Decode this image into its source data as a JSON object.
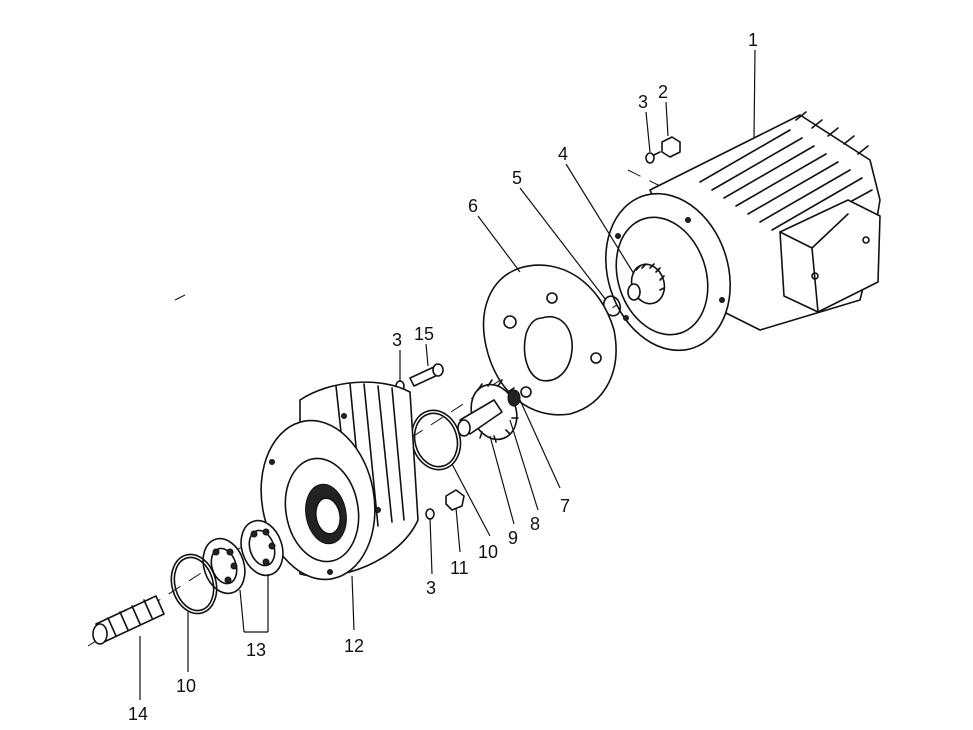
{
  "callouts": {
    "c1": "1",
    "c2": "2",
    "c3a": "3",
    "c4": "4",
    "c5": "5",
    "c6": "6",
    "c3b": "3",
    "c15": "15",
    "c7": "7",
    "c8": "8",
    "c9": "9",
    "c10a": "10",
    "c11": "11",
    "c3c": "3",
    "c12": "12",
    "c13": "13",
    "c10b": "10",
    "c14": "14"
  },
  "colors": {
    "ink": "#111111",
    "background": "#ffffff"
  }
}
